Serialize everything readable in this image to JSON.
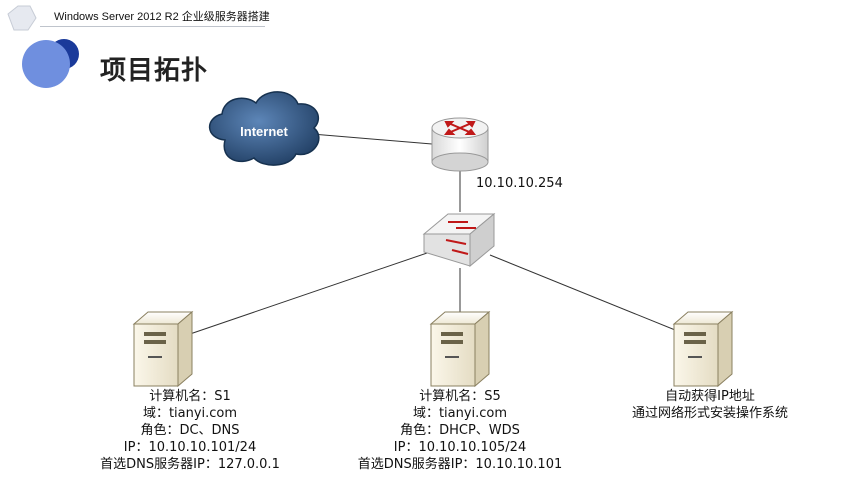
{
  "header": {
    "subtitle": "Windows Server 2012 R2 企业级服务器搭建"
  },
  "page": {
    "title": "项目拓扑"
  },
  "colors": {
    "accent_light": "#6f8fdf",
    "accent_dark": "#1a3a9a",
    "cloud": "#2c4f7a",
    "line": "#333333"
  },
  "topology": {
    "internet": {
      "label": "Internet",
      "icon": "cloud-icon"
    },
    "router": {
      "ip": "10.10.10.254",
      "icon": "router-icon"
    },
    "switch": {
      "icon": "switch-icon"
    },
    "servers": [
      {
        "icon": "server-icon",
        "lines": [
          "计算机名：S1",
          "域：tianyi.com",
          "角色：DC、DNS",
          "IP：10.10.10.101/24",
          "首选DNS服务器IP：127.0.0.1"
        ]
      },
      {
        "icon": "server-icon",
        "lines": [
          "计算机名：S5",
          "域：tianyi.com",
          "角色：DHCP、WDS",
          "IP：10.10.10.105/24",
          "首选DNS服务器IP：10.10.10.101"
        ]
      },
      {
        "icon": "server-icon",
        "lines": [
          "自动获得IP地址",
          "通过网络形式安装操作系统"
        ]
      }
    ]
  }
}
